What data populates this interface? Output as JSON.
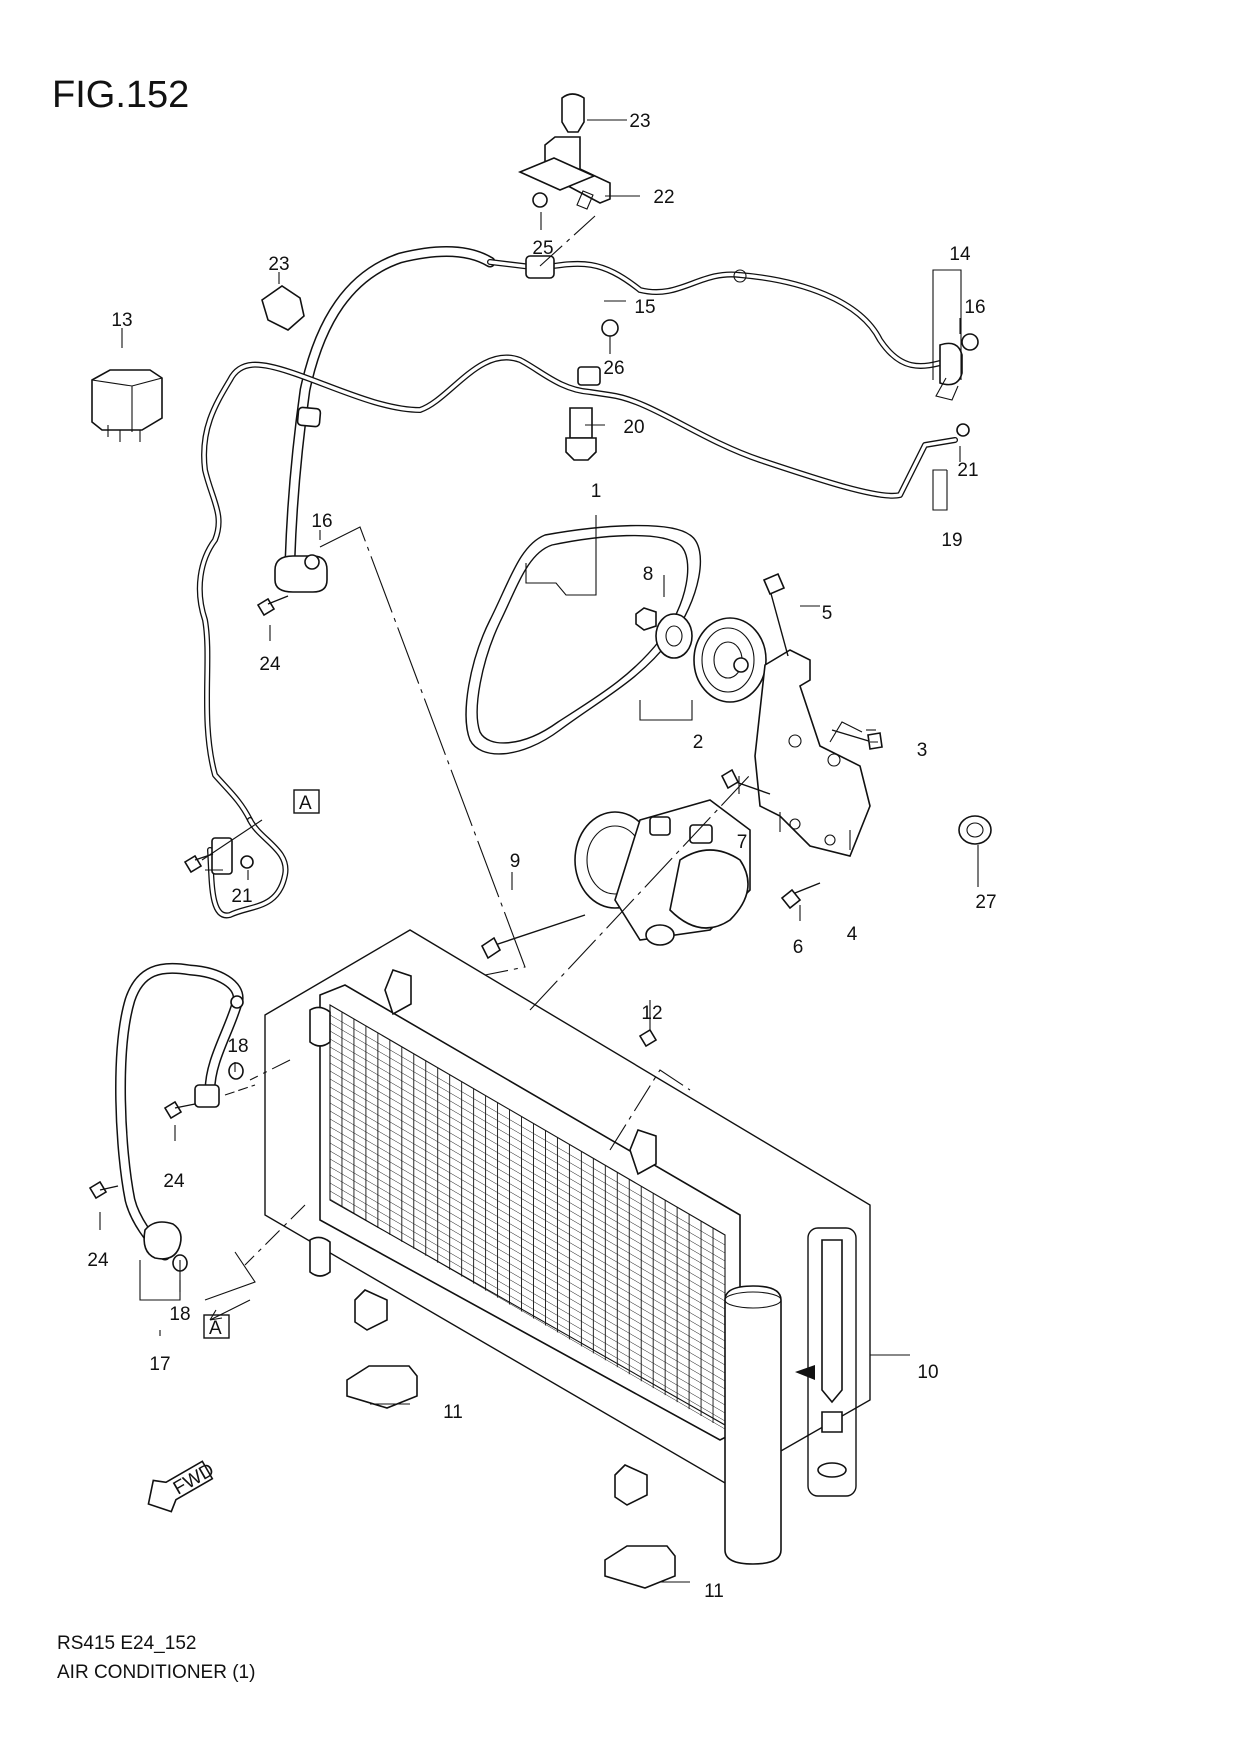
{
  "figure": {
    "title": "FIG.152",
    "code": "RS415 E24_152",
    "name": "AIR CONDITIONER (1)"
  },
  "callouts": [
    "1",
    "2",
    "3",
    "4",
    "5",
    "6",
    "7",
    "8",
    "9",
    "10",
    "11",
    "11",
    "12",
    "13",
    "14",
    "15",
    "16",
    "16",
    "17",
    "18",
    "18",
    "19",
    "20",
    "21",
    "21",
    "22",
    "23",
    "23",
    "24",
    "24",
    "24",
    "25",
    "26",
    "27"
  ],
  "section_marker": "A",
  "fwd_label": "FWD"
}
